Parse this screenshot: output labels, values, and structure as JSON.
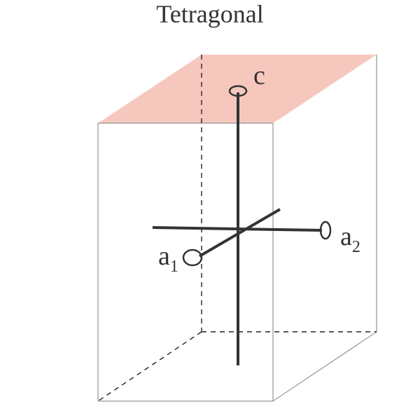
{
  "title": "Tetragonal",
  "labels": {
    "c_axis": "c",
    "a1_axis_main": "a",
    "a1_axis_sub": "1",
    "a2_axis_main": "a",
    "a2_axis_sub": "2"
  },
  "colors": {
    "top_face": "#f6c8bd",
    "edge": "#7f7f7f",
    "axis": "#333333",
    "text": "#333333"
  }
}
